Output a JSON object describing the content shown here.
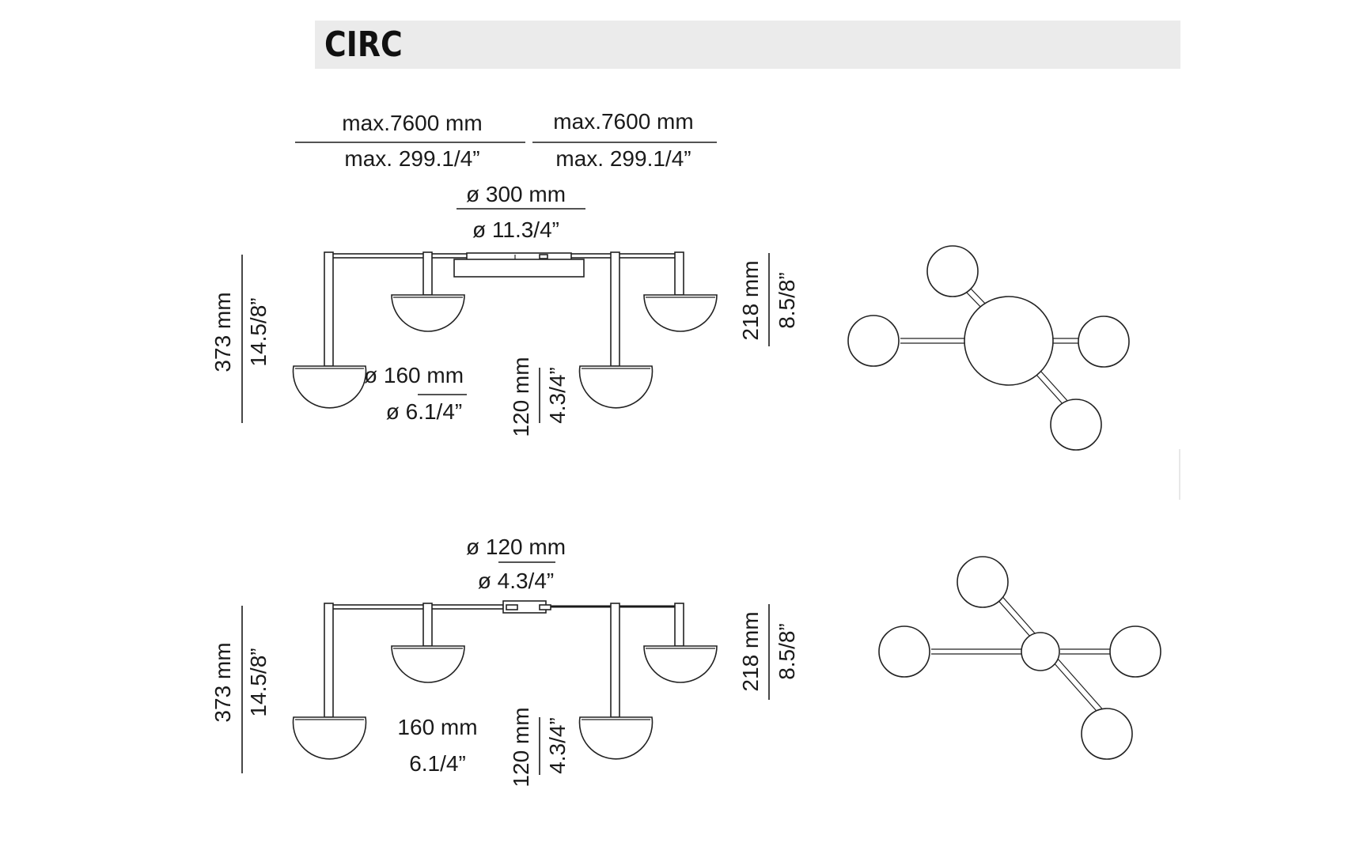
{
  "title": "CIRC",
  "view1": {
    "max_left_mm": "max.7600 mm",
    "max_left_in": "max. 299.1/4”",
    "max_right_mm": "max.7600 mm",
    "max_right_in": "max. 299.1/4”",
    "canopy_mm": "ø  300 mm",
    "canopy_in": "ø 11.3/4”",
    "height_mm": "373 mm",
    "height_in": "14.5/8”",
    "shade_mm": "ø 160 mm",
    "shade_in": "ø  6.1/4”",
    "shade_h_mm": "120 mm",
    "shade_h_in": "4.3/4”",
    "drop_mm": "218 mm",
    "drop_in": "8.5/8”"
  },
  "view2": {
    "canopy_mm": "ø 120 mm",
    "canopy_in": "ø  4.3/4”",
    "height_mm": "373 mm",
    "height_in": "14.5/8”",
    "shade_mm": "160 mm",
    "shade_in": "6.1/4”",
    "shade_h_mm": "120 mm",
    "shade_h_in": "4.3/4”",
    "drop_mm": "218 mm",
    "drop_in": "8.5/8”"
  }
}
